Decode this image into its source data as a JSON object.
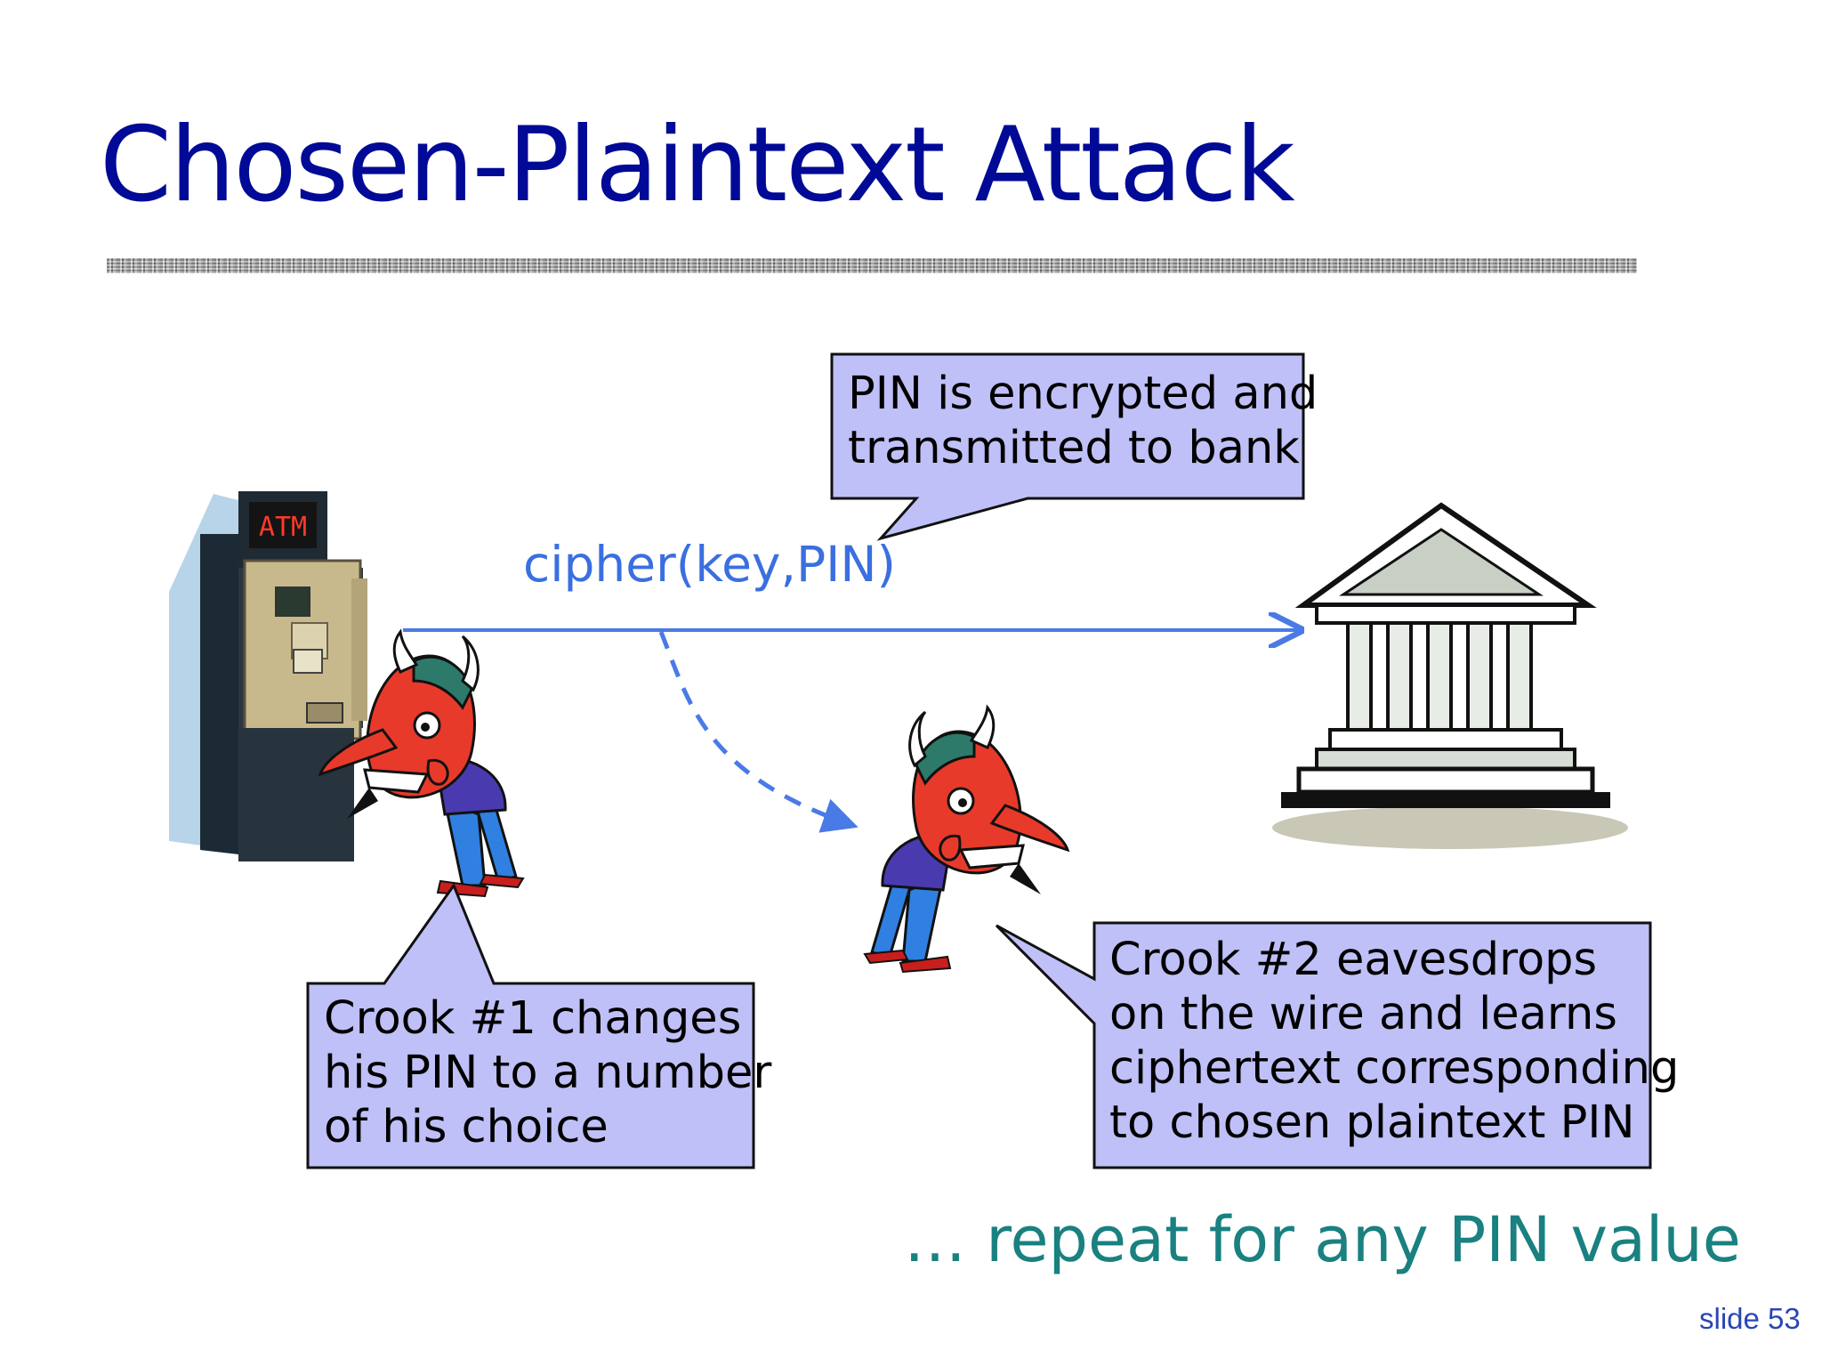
{
  "slide": {
    "title": "Chosen-Plaintext Attack",
    "cipher_label": "cipher(key,PIN)",
    "atm_sign": "ATM",
    "callout_encrypted": "PIN is encrypted and\ntransmitted to bank",
    "callout_crook1": "Crook #1 changes\nhis PIN to a number\nof his choice",
    "callout_crook2": "Crook #2 eavesdrops\non the wire and learns\nciphertext corresponding\nto chosen plaintext PIN",
    "footer_note": "… repeat for any PIN value",
    "slide_number": "slide 53"
  },
  "colors": {
    "title": "#000a96",
    "callout_fill": "#c0c0f8",
    "arrow": "#4a7ae6",
    "footer": "#1a8080"
  },
  "icons": [
    "atm-machine-icon",
    "devil-crook-icon",
    "bank-building-icon"
  ]
}
